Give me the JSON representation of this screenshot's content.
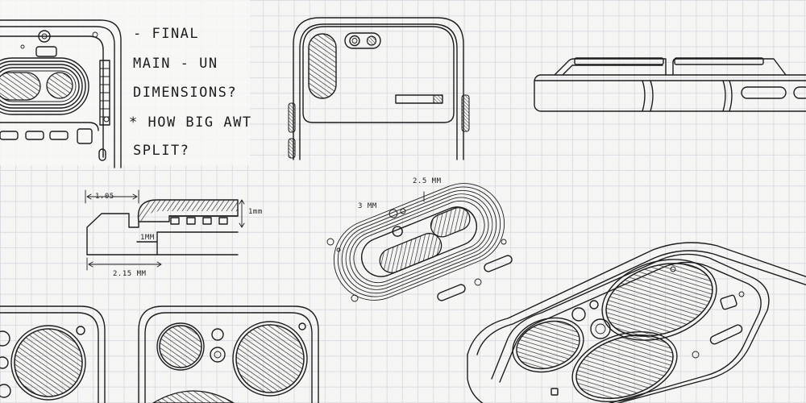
{
  "notes": {
    "line1": "- FINAL",
    "line2": "MAIN - UN",
    "line3": "DIMENSIONS?",
    "line4": "* HOW BIG  AWT",
    "line5": "SPLIT?"
  },
  "dimensions": {
    "top_width": "1.05",
    "height": "1mm",
    "inner": "1MM",
    "bottom_width": "2.15 MM",
    "bump_top": "2.5 MM",
    "bump_side": "3 MM"
  },
  "colors": {
    "ink": "#1d1d1d",
    "paper": "#f5f5f3",
    "grid": "#d9dde3"
  }
}
